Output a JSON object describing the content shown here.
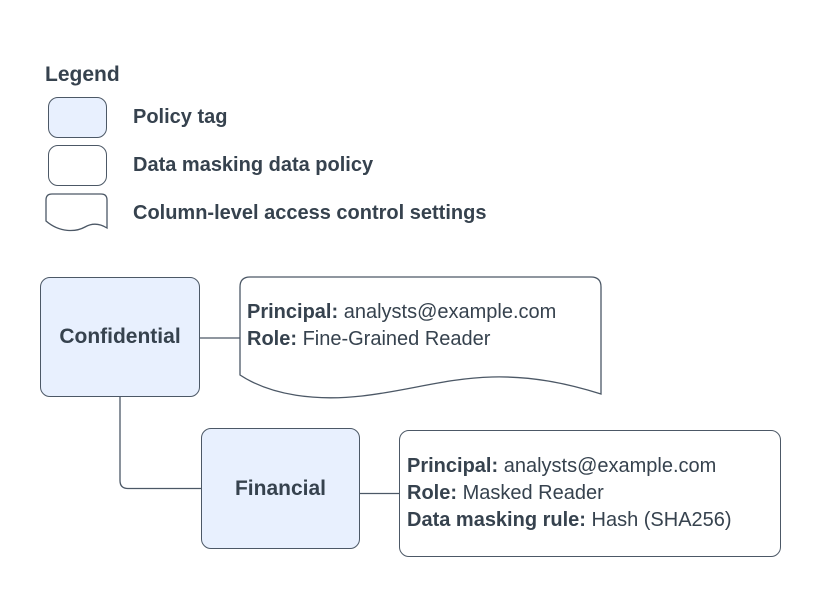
{
  "colors": {
    "background": "#ffffff",
    "policy_tag_fill": "#e8f0fe",
    "shape_border": "#4c5866",
    "text": "#36424e"
  },
  "legend": {
    "title": "Legend",
    "items": [
      {
        "swatch": "policy-tag-swatch",
        "label": "Policy tag"
      },
      {
        "swatch": "data-masking-policy-swatch",
        "label": "Data masking data policy"
      },
      {
        "swatch": "column-acl-swatch",
        "label": "Column-level access control settings"
      }
    ]
  },
  "diagram": {
    "confidential_tag": {
      "label": "Confidential"
    },
    "financial_tag": {
      "label": "Financial"
    },
    "column_acl_settings": {
      "principal_label": "Principal:",
      "principal_value": "analysts@example.com",
      "role_label": "Role:",
      "role_value": "Fine-Grained Reader"
    },
    "data_masking_policy": {
      "principal_label": "Principal:",
      "principal_value": "analysts@example.com",
      "role_label": "Role:",
      "role_value": "Masked Reader",
      "rule_label": "Data masking rule:",
      "rule_value": "Hash (SHA256)"
    }
  }
}
